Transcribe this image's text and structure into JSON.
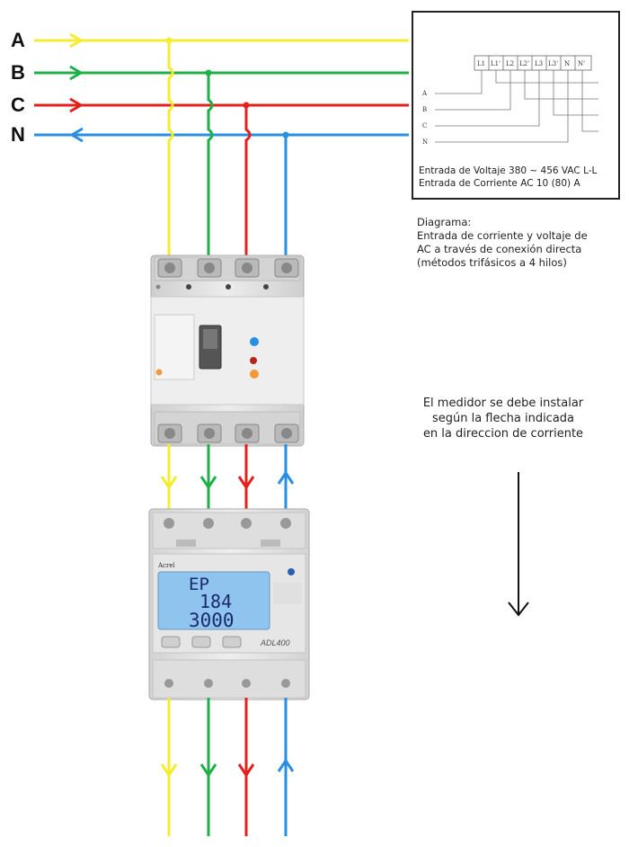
{
  "colors": {
    "phase_a": "#f5ec30",
    "phase_b": "#1fb04a",
    "phase_c": "#e3201b",
    "neutral": "#2a8fe0",
    "lcd": "#8fc4ee",
    "panel_grey": "#dcdcdc"
  },
  "phases": [
    {
      "label": "A",
      "color_key": "phase_a",
      "direction": "right"
    },
    {
      "label": "B",
      "color_key": "phase_b",
      "direction": "right"
    },
    {
      "label": "C",
      "color_key": "phase_c",
      "direction": "right"
    },
    {
      "label": "N",
      "color_key": "neutral",
      "direction": "left"
    }
  ],
  "schematic": {
    "terminals": [
      "L1",
      "L1'",
      "L2",
      "L2'",
      "L3",
      "L3'",
      "N",
      "N'"
    ],
    "lines": [
      "A",
      "B",
      "C",
      "N"
    ],
    "line1": "Entrada de Voltaje 380 ~ 456 VAC L-L",
    "line2": "Entrada de Corriente AC 10 (80) A"
  },
  "caption": {
    "line1": "Diagrama:",
    "line2": "Entrada de corriente y voltaje de",
    "line3": "AC a través de conexión directa",
    "line4": "(métodos trifásicos a 4 hilos)"
  },
  "install_note": {
    "line1": "El medidor se debe instalar",
    "line2": "según la flecha indicada",
    "line3": "en la direccion de corriente"
  },
  "meter": {
    "brand": "Acrel",
    "model": "ADL400",
    "display_line1": "EP",
    "display_line2": "184",
    "display_line3": "3000"
  },
  "icons": {
    "flow_arrow": "arrow-down-icon"
  }
}
